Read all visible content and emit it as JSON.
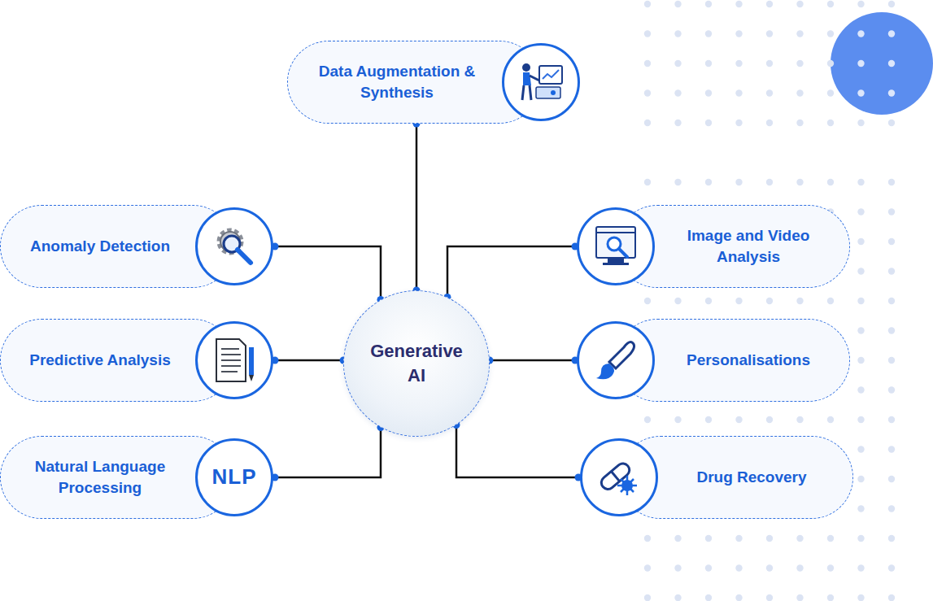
{
  "diagram": {
    "nodes": [
      {
        "text": [
          "Generative AI"
        ]
      },
      {
        "text": [
          "Data Augmentation & Synthesis"
        ]
      },
      {
        "text": [
          "Anomaly Detection"
        ]
      },
      {
        "text": [
          "Image and Video Analysis"
        ]
      },
      {
        "text": [
          "Predictive Analysis"
        ]
      },
      {
        "text": [
          "Personalisations"
        ]
      },
      {
        "text": [
          "Natural Language Processing"
        ]
      },
      {
        "text": [
          "NLP"
        ],
        "in": 6
      },
      {
        "text": [
          "Drug Recovery"
        ]
      }
    ],
    "edges": [
      {
        "from": 0,
        "to": 1,
        "arrow": "none"
      },
      {
        "from": 0,
        "to": 2,
        "arrow": "none"
      },
      {
        "from": 0,
        "to": 3,
        "arrow": "none"
      },
      {
        "from": 0,
        "to": 4,
        "arrow": "none"
      },
      {
        "from": 0,
        "to": 5,
        "arrow": "none"
      },
      {
        "from": 0,
        "to": 6,
        "arrow": "none"
      },
      {
        "from": 0,
        "to": 8,
        "arrow": "none"
      }
    ]
  }
}
